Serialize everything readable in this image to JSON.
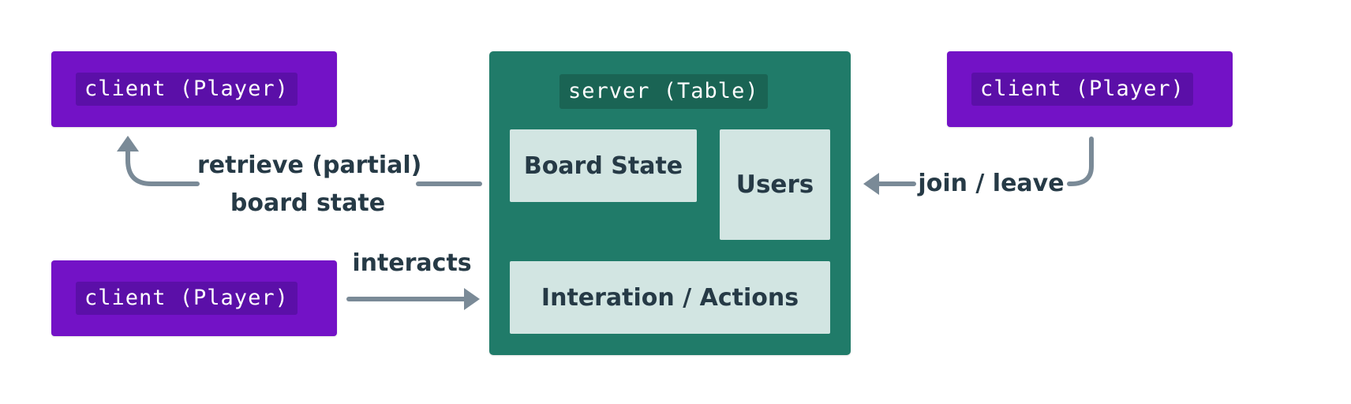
{
  "clients": [
    {
      "label": "client (Player)"
    },
    {
      "label": "client (Player)"
    },
    {
      "label": "client (Player)"
    }
  ],
  "server": {
    "title": "server (Table)",
    "components": {
      "board_state": "Board State",
      "users": "Users",
      "interaction": "Interation / Actions"
    }
  },
  "edges": {
    "retrieve_line1": "retrieve (partial)",
    "retrieve_line2": "board state",
    "interacts": "interacts",
    "join_leave": "join / leave"
  },
  "colors": {
    "client_fill": "#7312c6",
    "server_fill": "#207b69",
    "component_fill": "#d2e5e2",
    "arrow_gray": "#7a8a97",
    "arrow_red": "#d4435a",
    "text_dark": "#263a46"
  }
}
